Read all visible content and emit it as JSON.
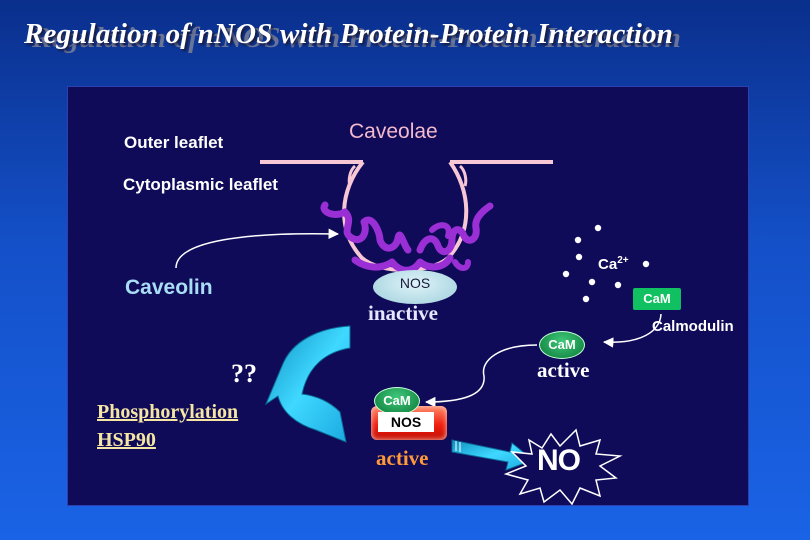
{
  "slide": {
    "title": "Regulation of nNOS with Protein-Protein Interaction"
  },
  "membrane": {
    "caveolae_label": "Caveolae",
    "outer_leaflet_label": "Outer leaflet",
    "cytoplasmic_leaflet_label": "Cytoplasmic leaflet"
  },
  "caveolin": {
    "label": "Caveolin"
  },
  "nos_inactive": {
    "label": "NOS",
    "state_label": "inactive"
  },
  "calcium": {
    "label": "Ca",
    "superscript": "2+"
  },
  "calmodulin": {
    "cam_label": "CaM",
    "name_label": "Calmodulin"
  },
  "cam_active": {
    "label": "CaM",
    "state_label": "active"
  },
  "nos_active_complex": {
    "cam_label": "CaM",
    "nos_label": "NOS",
    "state_label": "active"
  },
  "regulators": {
    "question": "??",
    "phosphorylation": "Phosphorylation",
    "hsp90": "HSP90"
  },
  "product": {
    "label": "NO"
  },
  "colors": {
    "background_top": "#0a2f8c",
    "panel": "#0f0b58",
    "caveolin_purple": "#9b2fd6",
    "membrane_pink": "#f7c7d6",
    "cyan_arrow": "#22c8f0",
    "cam_green": "#11c060",
    "nos_red": "#f02010",
    "active_orange": "#ff9a3a"
  },
  "icons": [
    "curved-cyan-arrow-icon",
    "straight-cyan-arrow-icon",
    "no-starburst-icon",
    "pointer-arrow-icon"
  ]
}
